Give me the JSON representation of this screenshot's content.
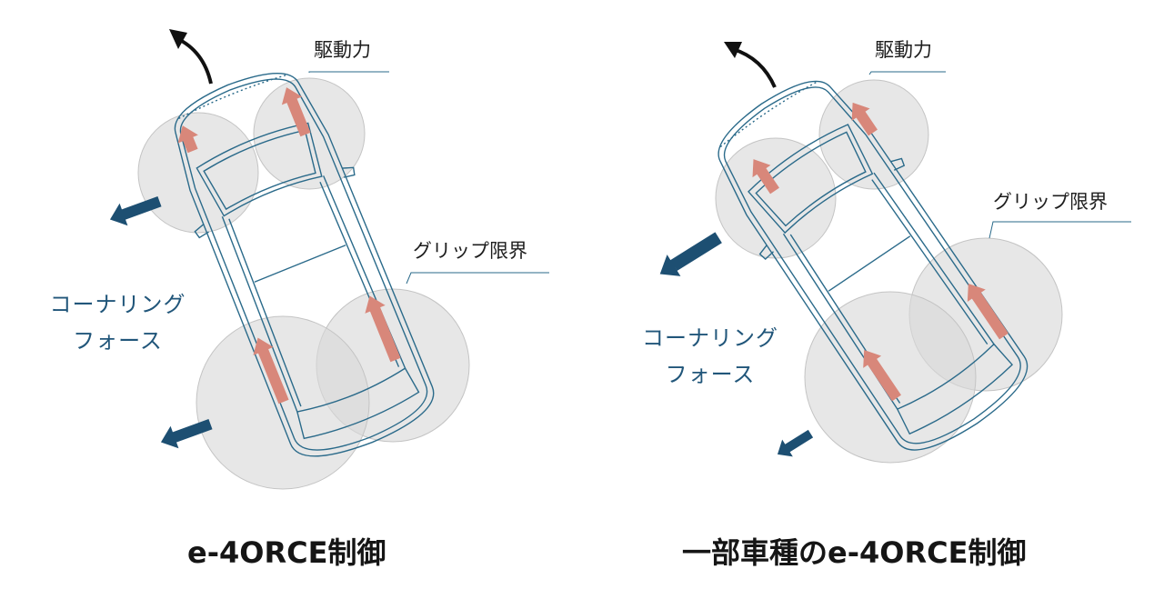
{
  "left": {
    "drive_label": "駆動力",
    "grip_label": "グリップ限界",
    "cornering_line1": "コーナリング",
    "cornering_line2": "フォース",
    "caption": "e-4ORCE制御"
  },
  "right": {
    "drive_label": "駆動力",
    "grip_label": "グリップ限界",
    "cornering_line1": "コーナリング",
    "cornering_line2": "フォース",
    "caption": "一部車種のe-4ORCE制御"
  },
  "colors": {
    "car_outline": "#2a6a8a",
    "drive_arrow": "#d8877a",
    "cornering_arrow": "#1d4f72",
    "grip_circle": "#d9d9d9",
    "label_text": "#21567a"
  }
}
